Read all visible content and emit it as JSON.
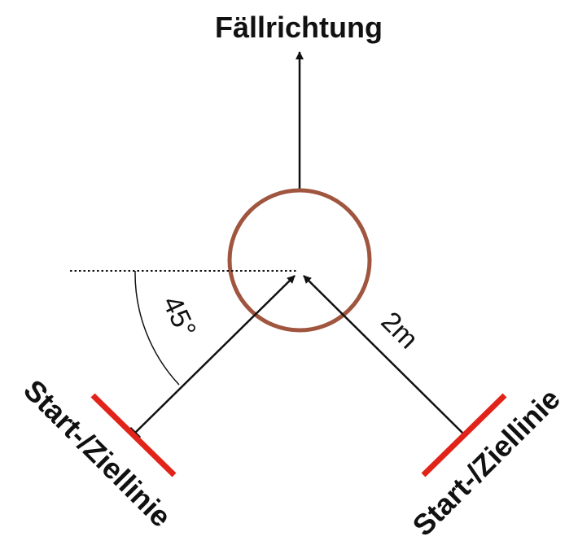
{
  "title": "Fällrichtung",
  "labels": {
    "angle": "45°",
    "distance": "2m",
    "start_finish_left": "Start-/Ziellinie",
    "start_finish_right": "Start-/Ziellinie"
  },
  "colors": {
    "tree": "#a0553f",
    "line": "#e2231a",
    "ink": "#111111"
  }
}
